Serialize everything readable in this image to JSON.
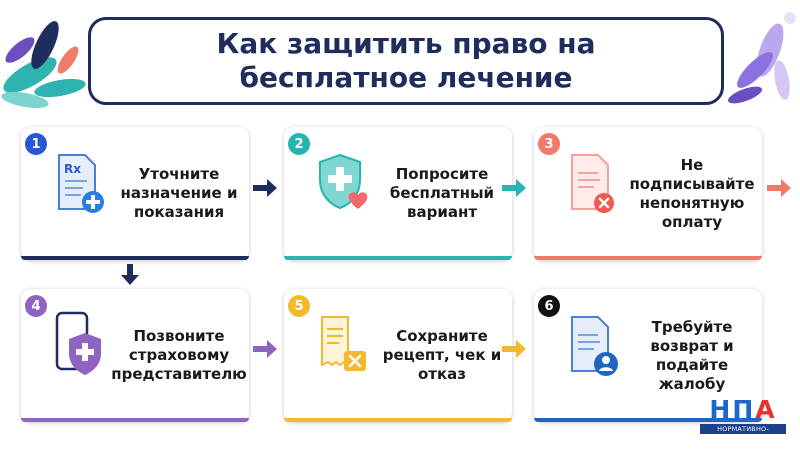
{
  "title": "Как защитить право на\nбесплатное лечение",
  "steps": [
    {
      "number": "1",
      "text": "Уточните\nназначение и\nпоказания",
      "icon": "prescription-plus-icon",
      "color": "#1f2d5c"
    },
    {
      "number": "2",
      "text": "Попросите\nбесплатный\nвариант",
      "icon": "shield-cross-heart-icon",
      "color": "#26b5b0"
    },
    {
      "number": "3",
      "text": "Не\nподписывайте\nнепонятную\nоплату",
      "icon": "document-cancel-icon",
      "color": "#f07a6a"
    },
    {
      "number": "4",
      "text": "Позвоните\nстраховому\nпредставителю",
      "icon": "phone-shield-icon",
      "color": "#8e63c2"
    },
    {
      "number": "5",
      "text": "Сохраните\nрецепт, чек и\nотказ",
      "icon": "receipt-cancel-icon",
      "color": "#f2b92c"
    },
    {
      "number": "6",
      "text": "Требуйте\nвозврат и\nподайте\nжалобу",
      "icon": "document-user-icon",
      "color": "#1f66c2"
    }
  ],
  "logo": {
    "letters": [
      "Н",
      "П",
      "А"
    ],
    "subtitle": "НОРМАТИВНО-ПРАВОВЫЕ АКТЫ"
  },
  "colors": {
    "navy": "#1f2d5c",
    "teal": "#26b5b0",
    "coral": "#f07a6a",
    "purple": "#8e63c2",
    "yellow": "#f2b92c",
    "blue": "#1f66c2"
  }
}
